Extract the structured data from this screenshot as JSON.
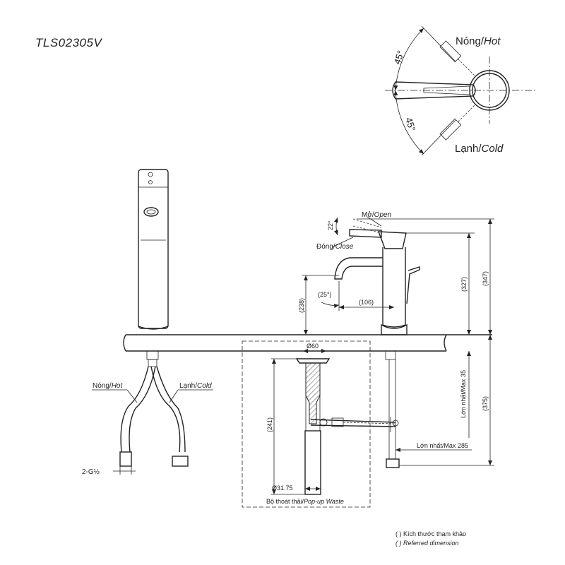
{
  "model": "TLS02305V",
  "handle_view": {
    "hot_vi": "Nóng/",
    "hot_en": "Hot",
    "cold_vi": "Lạnh/",
    "cold_en": "Cold",
    "angle_top": "45°",
    "angle_bottom": "45°"
  },
  "front_view": {
    "hot_vi": "Nóng/",
    "hot_en": "Hot",
    "cold_vi": "Lạnh/",
    "cold_en": "Cold",
    "thread": "2-G½"
  },
  "side_view": {
    "open_vi": "Mở/",
    "open_en": "Open",
    "close_vi": "Đóng/",
    "close_en": "Close",
    "angle_handle": "22°",
    "angle_spout": "(25°)",
    "dim_spout_reach": "(106)",
    "dim_spout_height": "(238)",
    "dim_handle_height": "(327)",
    "dim_total_height": "(347)",
    "dim_below_deck": "(375)",
    "max_35": "Lớn nhất/Max 35",
    "max_285": "Lớn nhất/Max 285"
  },
  "waste": {
    "dim_top": "Ø60",
    "dim_length": "(241)",
    "dim_bottom": "Ø31.75",
    "label_vi": "Bộ thoát thải/",
    "label_en": "Pop-up Waste"
  },
  "notes": {
    "line1": "(  ) Kích thước tham khảo",
    "line2": "(  ) Referred dimension"
  }
}
